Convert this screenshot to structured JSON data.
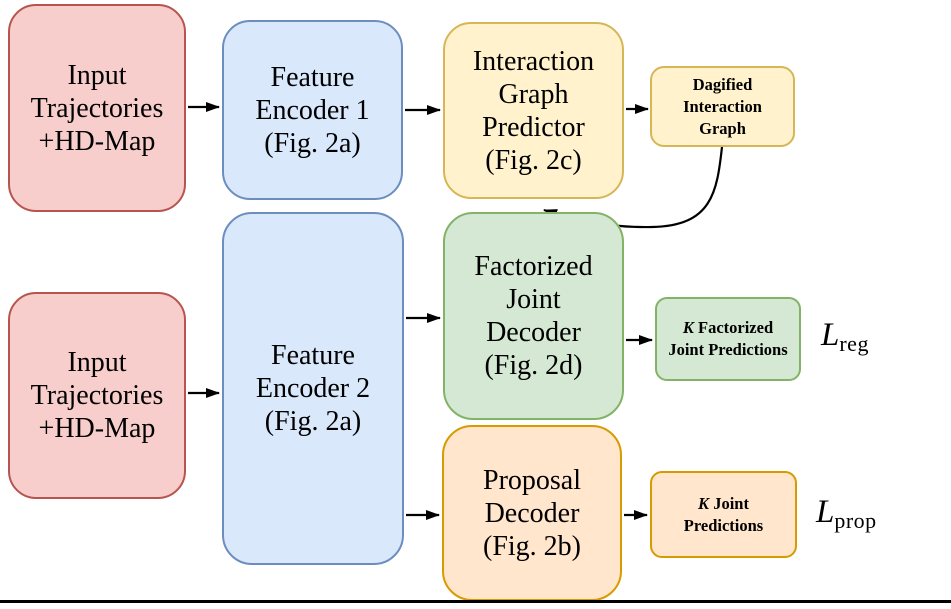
{
  "nodes": {
    "input_top": {
      "label": "Input\nTrajectories\n+HD-Map"
    },
    "feature_encoder_1": {
      "label": "Feature\nEncoder 1\n(Fig. 2a)"
    },
    "interaction_graph_predictor": {
      "label": "Interaction\nGraph\nPredictor\n(Fig. 2c)"
    },
    "dagified_interaction_graph": {
      "label": "Dagified\nInteraction\nGraph"
    },
    "input_bottom": {
      "label": "Input\nTrajectories\n+HD-Map"
    },
    "feature_encoder_2": {
      "label": "Feature\nEncoder 2\n(Fig. 2a)"
    },
    "factorized_joint_decoder": {
      "label": "Factorized\nJoint\nDecoder\n(Fig. 2d)"
    },
    "proposal_decoder": {
      "label": "Proposal\nDecoder\n(Fig. 2b)"
    },
    "k_factorized_joint_predictions": {
      "k": "K",
      "line1_rest": "Factorized",
      "line2": "Joint Predictions"
    },
    "k_joint_predictions": {
      "k": "K",
      "line1_rest": "Joint",
      "line2": "Predictions"
    }
  },
  "losses": {
    "reg": {
      "base": "L",
      "sub": "reg"
    },
    "prop": {
      "base": "L",
      "sub": "prop"
    }
  },
  "colors": {
    "red_fill": "#f8cecc",
    "red_stroke": "#b85450",
    "blue_fill": "#dae8fc",
    "blue_stroke": "#6c8ebf",
    "yellow_fill": "#fff2cc",
    "yellow_stroke": "#d6b656",
    "green_fill": "#d5e8d4",
    "green_stroke": "#82b366",
    "orange_fill": "#ffe6cc",
    "orange_stroke": "#d79b00",
    "arrow": "#000000"
  }
}
